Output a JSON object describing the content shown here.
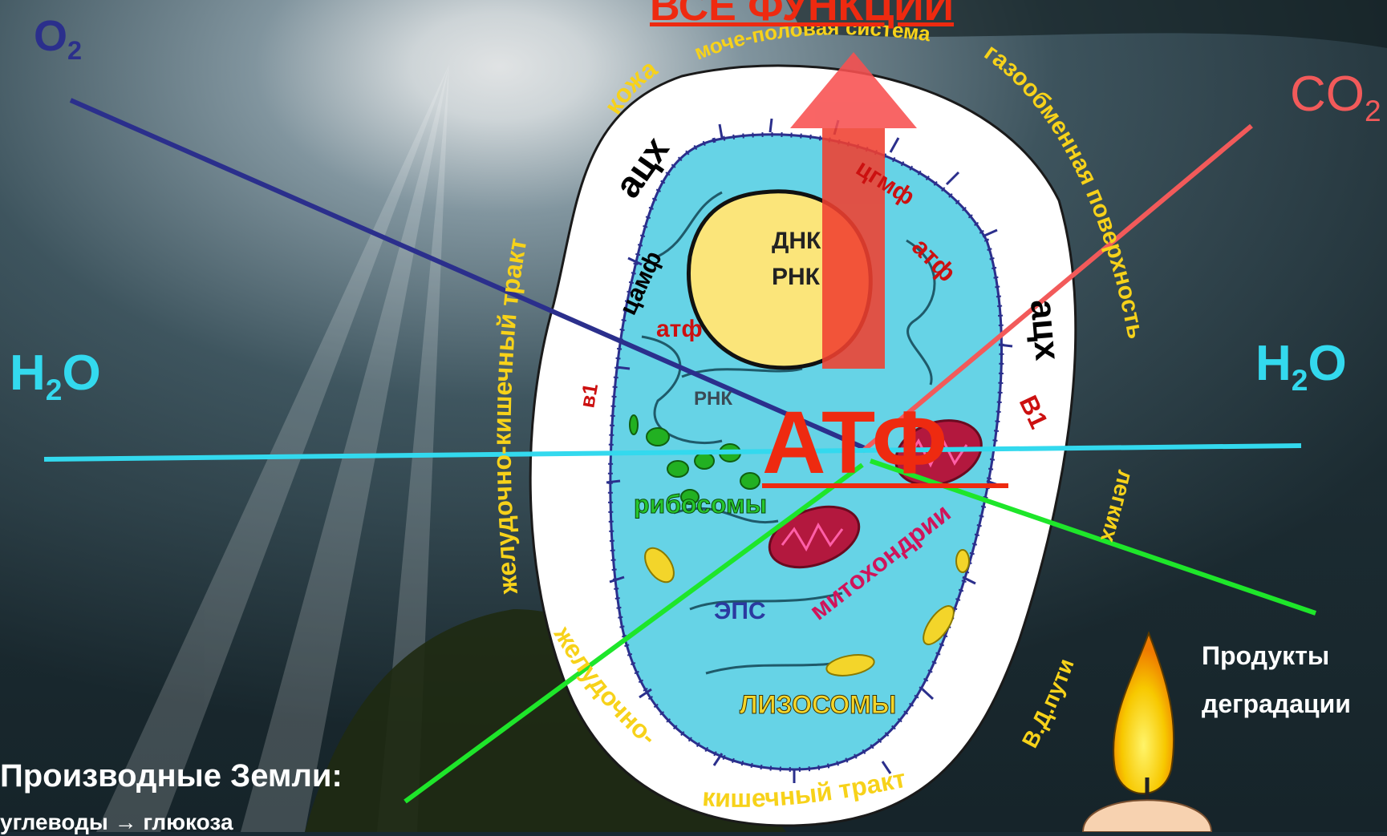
{
  "title": "ВСЕ ФУНКЦИИ",
  "molecules": {
    "o2": {
      "main": "O",
      "sub": "2"
    },
    "co2": {
      "main": "CO",
      "sub": "2"
    },
    "h2o_left": {
      "pre": "H",
      "sub": "2",
      "post": "O"
    },
    "h2o_right": {
      "pre": "H",
      "sub": "2",
      "post": "O"
    }
  },
  "organs": {
    "genitourinary": "моче-половая система",
    "skin": "кожа",
    "gas_exchange": "газообменная поверхность",
    "gi_tract_left": "желудочно-кишечный тракт",
    "lungs": "легких",
    "airways": "В.Д.пути",
    "gi_lower_1": "желудочно-",
    "gi_lower_2": "кишечный тракт"
  },
  "cell": {
    "ach_left": "ацх",
    "ach_right": "ацх",
    "camp": "цамф",
    "cgmp": "цгмф",
    "atp_small_left": "атф",
    "atp_small_right": "атф",
    "nucleus_line1": "ДНК",
    "nucleus_line2": "РНК",
    "rnk": "РНК",
    "b1_left": "в1",
    "b1_right": "В1",
    "ribosomes": "рибосомы",
    "mitochondria": "митохондрии",
    "eps": "ЭПС",
    "lysosomes": "ЛИЗОСОМЫ"
  },
  "atp_main": "АТФ",
  "degradation_line1": "Продукты",
  "degradation_line2": "деградации",
  "earth_title": "Производные Земли:",
  "earth_sub": "углеводы → глюкоза",
  "colors": {
    "o2_line": "#2b2f8c",
    "co2_line": "#f25a5a",
    "h2o_line": "#33d9ee",
    "green_line": "#1ee62a",
    "organ_text": "#f7d21a",
    "atp": "#ee2a10",
    "cytoplasm": "#66d3e6",
    "nucleus": "#fbe57a"
  }
}
